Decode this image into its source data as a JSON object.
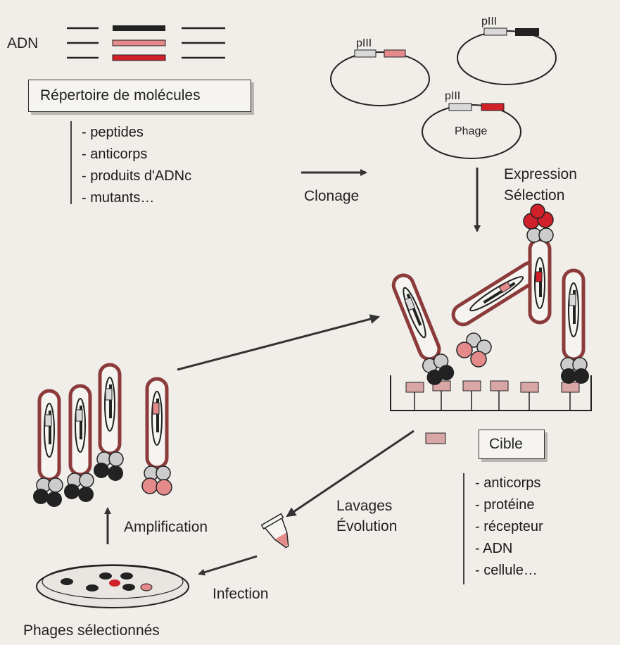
{
  "labels": {
    "adn": "ADN",
    "repertoire": "Répertoire de molécules",
    "clonage": "Clonage",
    "expression": "Expression",
    "selection": "Sélection",
    "cible": "Cible",
    "lavages": "Lavages",
    "evolution": "Évolution",
    "amplification": "Amplification",
    "infection": "Infection",
    "phages_selectionnes": "Phages sélectionnés",
    "phage": "Phage",
    "piii": "pIII"
  },
  "repertoire_items": [
    "- peptides",
    "- anticorps",
    "- produits d'ADNc",
    "- mutants…"
  ],
  "cible_items": [
    "- anticorps",
    "- protéine",
    "- récepteur",
    "- ADN",
    "- cellule…"
  ],
  "colors": {
    "phage_outline": "#8c3b3b",
    "insert_pink": "#e48a8a",
    "insert_red": "#d0202a",
    "gene_black": "#222222",
    "pIII_grey": "#d9d9d9",
    "target_pink": "#d9a6a6",
    "arrow": "#333333"
  }
}
